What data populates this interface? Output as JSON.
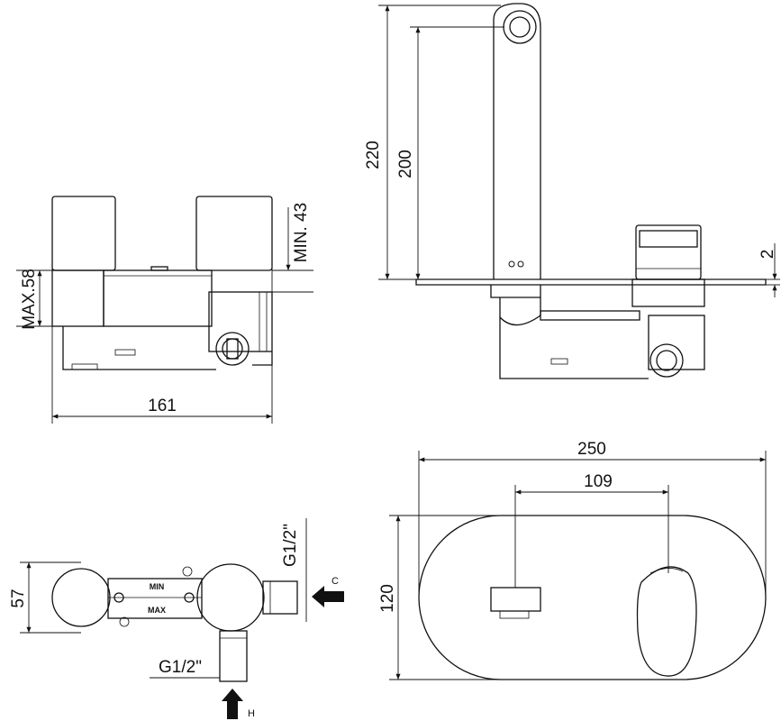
{
  "dimensions": {
    "width_161": "161",
    "max_58": "MAX.58",
    "min_43": "MIN. 43",
    "height_220": "220",
    "height_200": "200",
    "offset_2": "2",
    "plate_250": "250",
    "center_109": "109",
    "plate_120": "120",
    "body_57": "57",
    "thread_side": "G1/2\"",
    "thread_bottom": "G1/2\""
  },
  "labels": {
    "min": "MIN",
    "max": "MAX",
    "cold": "C",
    "hot": "H"
  }
}
